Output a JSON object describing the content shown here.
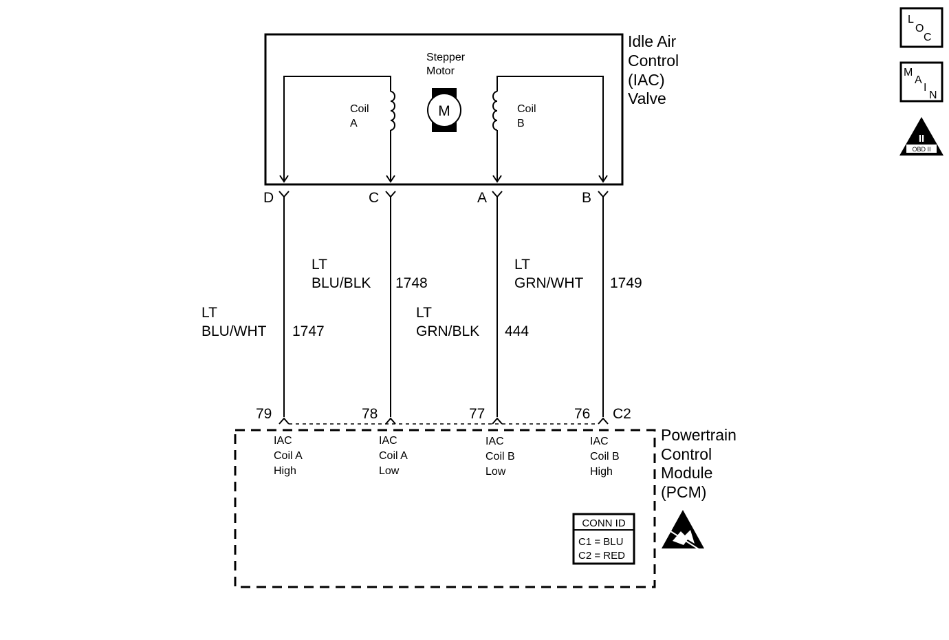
{
  "icons": {
    "loc": {
      "letters": [
        "L",
        "O",
        "C"
      ]
    },
    "main": {
      "letters": [
        "M",
        "A",
        "I",
        "N"
      ]
    },
    "obd": {
      "numeral": "II",
      "label": "OBD II"
    },
    "esd": {
      "name": "esd-warning-icon"
    }
  },
  "iac_valve": {
    "title_lines": [
      "Idle Air",
      "Control",
      "(IAC)",
      "Valve"
    ],
    "motor_label_lines": [
      "Stepper",
      "Motor"
    ],
    "motor_symbol": "M",
    "coil_a_lines": [
      "Coil",
      "A"
    ],
    "coil_b_lines": [
      "Coil",
      "B"
    ]
  },
  "wires": [
    {
      "terminal": "D",
      "color_lines": [
        "LT",
        "BLU/WHT"
      ],
      "circuit": "1747",
      "pcm_pin": "79",
      "pcm_func": [
        "IAC",
        "Coil A",
        "High"
      ]
    },
    {
      "terminal": "C",
      "color_lines": [
        "LT",
        "BLU/BLK"
      ],
      "circuit": "1748",
      "pcm_pin": "78",
      "pcm_func": [
        "IAC",
        "Coil A",
        "Low"
      ]
    },
    {
      "terminal": "A",
      "color_lines": [
        "LT",
        "GRN/BLK"
      ],
      "circuit": "444",
      "pcm_pin": "77",
      "pcm_func": [
        "IAC",
        "Coil B",
        "Low"
      ]
    },
    {
      "terminal": "B",
      "color_lines": [
        "LT",
        "GRN/WHT"
      ],
      "circuit": "1749",
      "pcm_pin": "76",
      "pcm_func": [
        "IAC",
        "Coil B",
        "High"
      ]
    }
  ],
  "pcm": {
    "connector": "C2",
    "title_lines": [
      "Powertrain",
      "Control",
      "Module",
      "(PCM)"
    ],
    "conn_id": {
      "header": "CONN ID",
      "rows": [
        "C1 = BLU",
        "C2 = RED"
      ]
    }
  }
}
